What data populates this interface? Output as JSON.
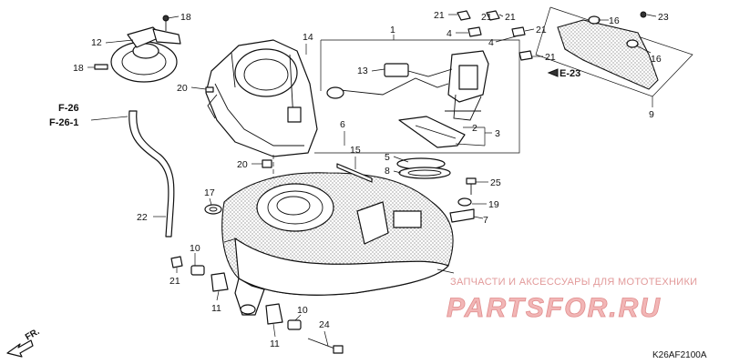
{
  "callouts": [
    "1",
    "2",
    "3",
    "4",
    "4",
    "5",
    "6",
    "7",
    "8",
    "9",
    "10",
    "10",
    "11",
    "11",
    "12",
    "13",
    "14",
    "15",
    "16",
    "16",
    "17",
    "18",
    "18",
    "19",
    "20",
    "20",
    "21",
    "21",
    "21",
    "21",
    "21",
    "21",
    "22",
    "23",
    "24",
    "25"
  ],
  "references": [
    "F-26",
    "F-26-1",
    "E-23"
  ],
  "direction_label": "FR.",
  "diagram_code": "K26AF2100A",
  "watermark": {
    "tagline": "ЗАПЧАСТИ И АКСЕССУАРЫ ДЛЯ МОТОТЕХНИКИ",
    "brand": "PARTSFOR.RU"
  }
}
